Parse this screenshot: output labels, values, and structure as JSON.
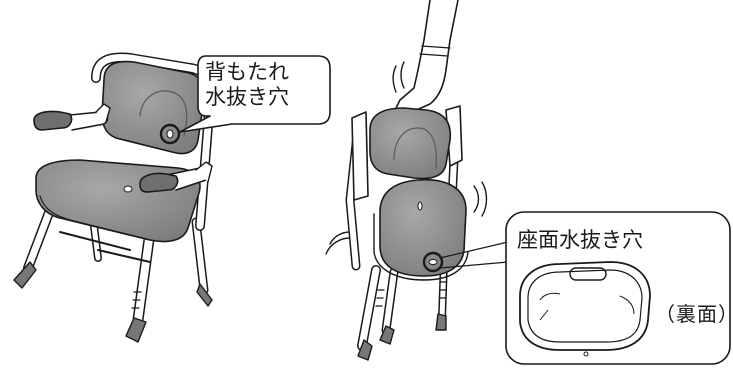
{
  "labels": {
    "backrest_drain_line1": "背もたれ",
    "backrest_drain_line2": "水抜き穴",
    "seat_drain": "座面水抜き穴",
    "underside": "（裏面）"
  },
  "colors": {
    "line": "#1a1a1a",
    "cushion": "#8a8a8a",
    "cushion_light": "#a3a3a3",
    "frame": "#ffffff",
    "callout_bg": "#ffffff"
  }
}
